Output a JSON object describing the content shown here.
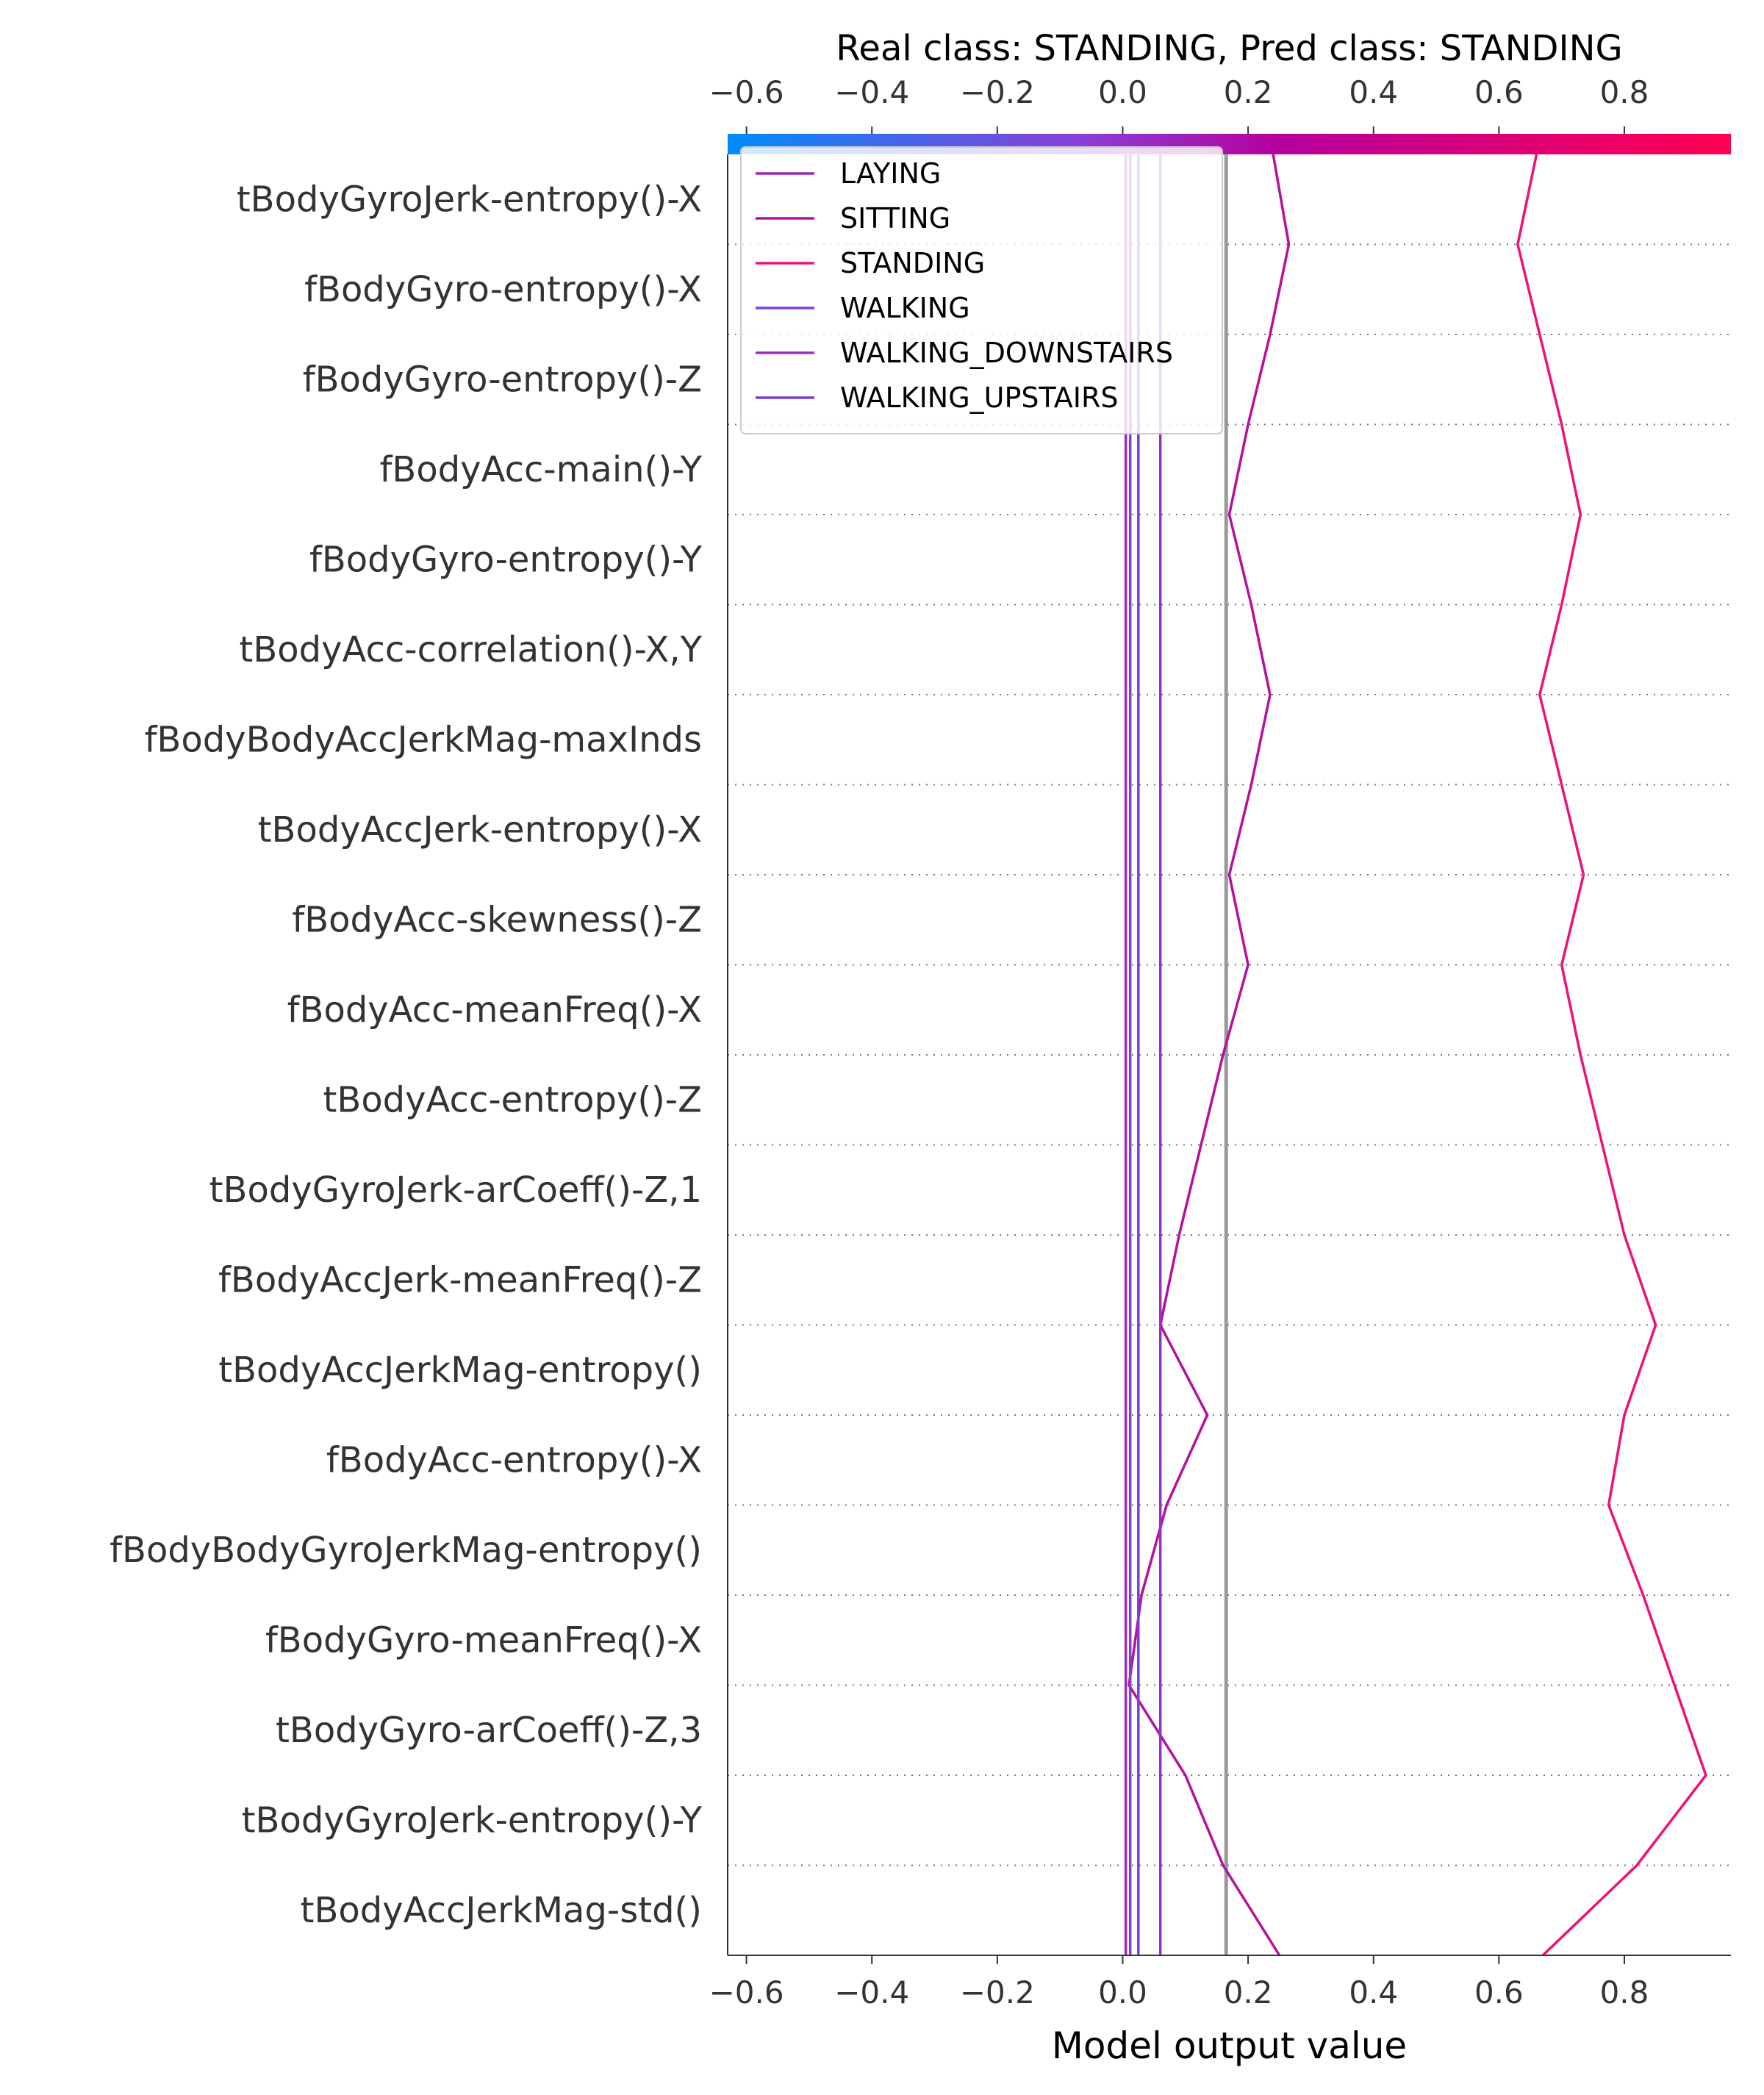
{
  "chart_data": {
    "type": "line",
    "title": "Real class: STANDING, Pred class: STANDING",
    "xlabel": "Model output value",
    "xlim": [
      -0.63,
      0.97
    ],
    "xticks": [
      "−0.6",
      "−0.4",
      "−0.2",
      "0.0",
      "0.2",
      "0.4",
      "0.6",
      "0.8"
    ],
    "xtick_values": [
      -0.6,
      -0.4,
      -0.2,
      0.0,
      0.2,
      0.4,
      0.6,
      0.8
    ],
    "base_value": 0.165,
    "colorbar": {
      "from": "#008bfb",
      "mid": "#8a3fd6",
      "mid2": "#b5009e",
      "to": "#ff0051"
    },
    "features": [
      "tBodyGyroJerk-entropy()-X",
      "fBodyGyro-entropy()-X",
      "fBodyGyro-entropy()-Z",
      "fBodyAcc-main()-Y",
      "fBodyGyro-entropy()-Y",
      "tBodyAcc-correlation()-X,Y",
      "fBodyBodyAccJerkMag-maxInds",
      "tBodyAccJerk-entropy()-X",
      "fBodyAcc-skewness()-Z",
      "fBodyAcc-meanFreq()-X",
      "tBodyAcc-entropy()-Z",
      "tBodyGyroJerk-arCoeff()-Z,1",
      "fBodyAccJerk-meanFreq()-Z",
      "tBodyAccJerkMag-entropy()",
      "fBodyAcc-entropy()-X",
      "fBodyBodyGyroJerkMag-entropy()",
      "fBodyGyro-meanFreq()-X",
      "tBodyGyro-arCoeff()-Z,3",
      "tBodyGyroJerk-entropy()-Y",
      "tBodyAccJerkMag-std()"
    ],
    "series": [
      {
        "name": "LAYING",
        "color": "#9c27b8",
        "values": [
          0.005,
          0.005,
          0.005,
          0.005,
          0.005,
          0.005,
          0.005,
          0.005,
          0.005,
          0.005,
          0.005,
          0.005,
          0.005,
          0.005,
          0.005,
          0.005,
          0.005,
          0.005,
          0.005,
          0.005,
          0.005
        ]
      },
      {
        "name": "SITTING",
        "color": "#b5109e",
        "values": [
          0.25,
          0.16,
          0.1,
          0.01,
          0.03,
          0.07,
          0.135,
          0.06,
          0.09,
          0.125,
          0.16,
          0.2,
          0.17,
          0.205,
          0.235,
          0.205,
          0.17,
          0.2,
          0.235,
          0.265,
          0.24
        ]
      },
      {
        "name": "STANDING",
        "color": "#f0107a",
        "values": [
          0.67,
          0.82,
          0.93,
          0.88,
          0.83,
          0.775,
          0.8,
          0.85,
          0.8,
          0.765,
          0.73,
          0.7,
          0.735,
          0.7,
          0.665,
          0.7,
          0.73,
          0.7,
          0.665,
          0.63,
          0.66
        ]
      },
      {
        "name": "WALKING",
        "color": "#7f3ed0",
        "values": [
          0.012,
          0.012,
          0.012,
          0.012,
          0.012,
          0.012,
          0.012,
          0.012,
          0.012,
          0.012,
          0.012,
          0.012,
          0.012,
          0.012,
          0.012,
          0.012,
          0.012,
          0.012,
          0.012,
          0.012,
          0.012
        ]
      },
      {
        "name": "WALKING_DOWNSTAIRS",
        "color": "#9a2ec0",
        "values": [
          0.06,
          0.06,
          0.06,
          0.06,
          0.06,
          0.06,
          0.06,
          0.06,
          0.06,
          0.06,
          0.06,
          0.06,
          0.06,
          0.06,
          0.06,
          0.06,
          0.06,
          0.06,
          0.06,
          0.06,
          0.06
        ]
      },
      {
        "name": "WALKING_UPSTAIRS",
        "color": "#7a3fcf",
        "values": [
          0.025,
          0.025,
          0.025,
          0.025,
          0.025,
          0.025,
          0.025,
          0.025,
          0.025,
          0.025,
          0.025,
          0.025,
          0.025,
          0.025,
          0.025,
          0.025,
          0.025,
          0.025,
          0.025,
          0.025,
          0.025
        ]
      }
    ],
    "legend": "top-left",
    "grid": "dotted horizontal"
  }
}
